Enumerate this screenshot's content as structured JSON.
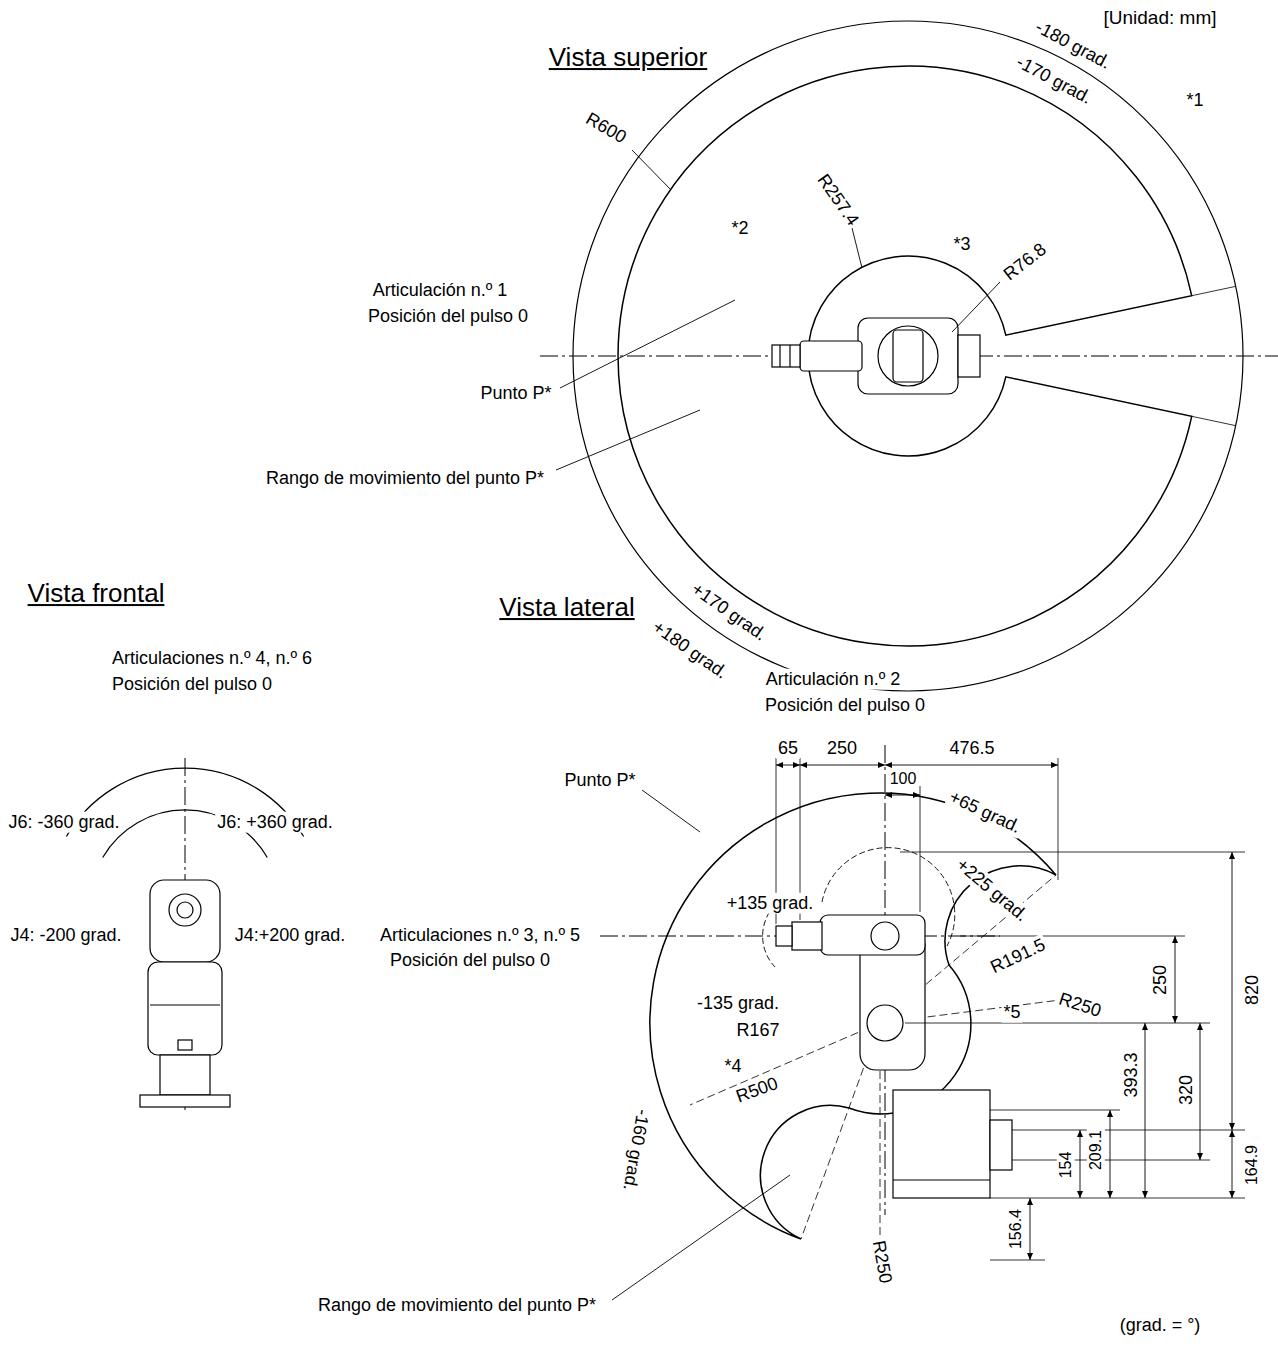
{
  "diagram": {
    "labels": [
      "[Unidad: mm]",
      "Vista superior",
      "-180 grad.",
      "*1",
      "-170 grad.",
      "R600",
      "*2",
      "R257.4",
      "*3",
      "R76.8",
      "Articulación n.º 1",
      "Posición del pulso 0",
      "Punto P*",
      "Rango de movimiento del punto P*",
      "+170 grad.",
      "+180 grad.",
      "Vista frontal",
      "Vista lateral",
      "Articulaciones n.º 4, n.º 6",
      "Posición del pulso 0",
      "Articulación n.º 2",
      "Posición del pulso 0",
      "65",
      "250",
      "476.5",
      "Punto P*",
      "100",
      "J6: -360 grad.",
      "J6: +360 grad.",
      "+65 grad.",
      "+135 grad.",
      "+225 grad.",
      "J4: -200 grad.",
      "J4:+200 grad.",
      "Articulaciones n.º 3, n.º 5",
      "Posición del pulso 0",
      "R191.5",
      "250",
      "820",
      "-135 grad.",
      "*5",
      "R250",
      "R167",
      "393.3",
      "320",
      "*4",
      "R500",
      "154",
      "209.1",
      "-160 grad.",
      "156.4",
      "164.9",
      "R250",
      "Rango de movimiento del punto P*",
      "(grad. = °)"
    ]
  }
}
